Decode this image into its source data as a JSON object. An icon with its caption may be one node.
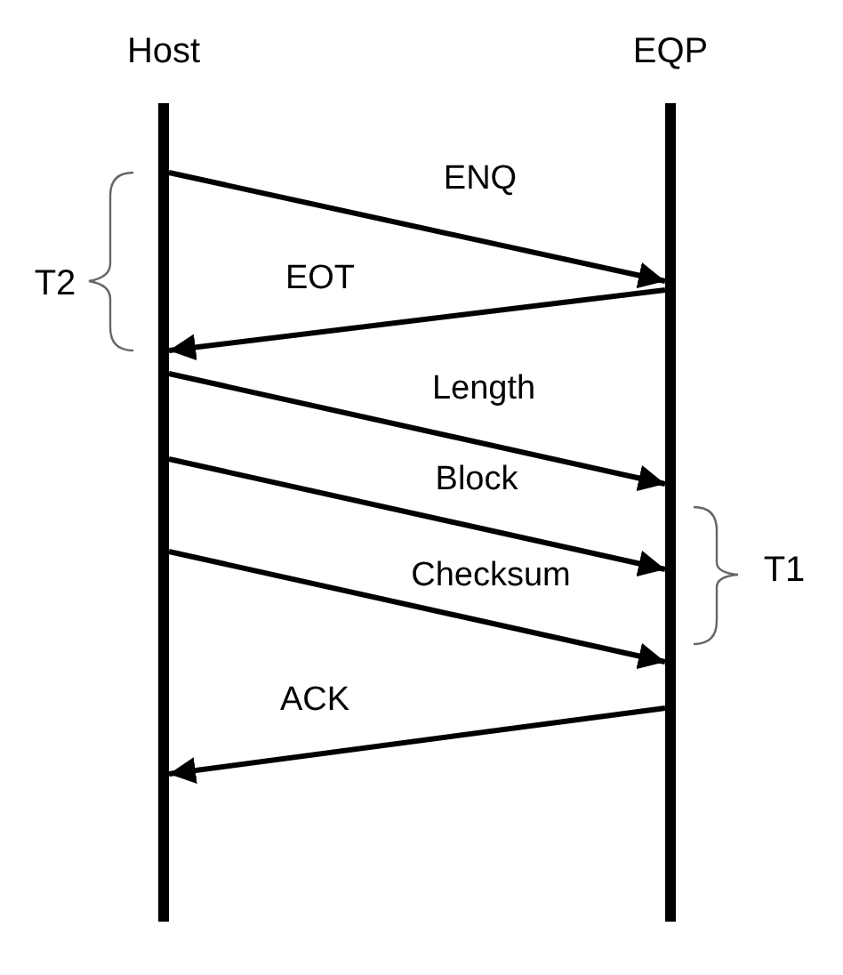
{
  "diagram": {
    "nodes": [
      {
        "text": [
          "Host"
        ]
      },
      {
        "text": [
          "EQP"
        ]
      }
    ],
    "edges": [
      {
        "from": 0,
        "to": 1,
        "arrow": "to",
        "label": "ENQ"
      },
      {
        "from": 1,
        "to": 0,
        "arrow": "to",
        "label": "EOT"
      },
      {
        "from": 0,
        "to": 1,
        "arrow": "to",
        "label": "Length"
      },
      {
        "from": 0,
        "to": 1,
        "arrow": "to",
        "label": "Block"
      },
      {
        "from": 0,
        "to": 1,
        "arrow": "to",
        "label": "Checksum"
      },
      {
        "from": 1,
        "to": 0,
        "arrow": "to",
        "label": "ACK"
      }
    ],
    "labels": [
      "T2",
      "T1"
    ]
  }
}
